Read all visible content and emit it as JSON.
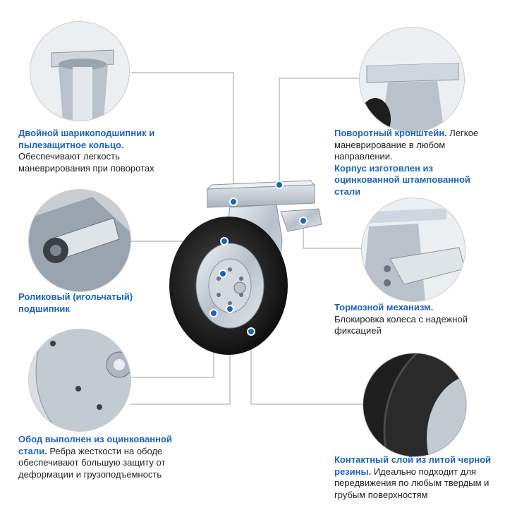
{
  "colors": {
    "accent": "#1b63b8",
    "line": "#9aa0a6",
    "dot": "#1b63b8"
  },
  "callouts": {
    "bearing": {
      "title": "Двойной шарикоподшипник и пылезащитное кольцо.",
      "text": "Обеспечивают легкость маневрирования при поворотах"
    },
    "bracket": {
      "title": "Поворотный кронштейн.",
      "text": "Легкое маневрирование в любом направлении.",
      "title2": "Корпус изготовлен из оцинкованной штампованной стали"
    },
    "roller": {
      "title": "Роликовый (игольчатый) подшипник"
    },
    "brake": {
      "title": "Тормозной механизм.",
      "text": "Блокировка колеса с надежной фиксацией"
    },
    "rim": {
      "title": "Обод выполнен из оцинкованной стали.",
      "text": "Ребра жесткости на ободе обеспечивают большую защиту от деформации и грузоподъемность"
    },
    "tread": {
      "title": "Контактный слой из литой черной резины.",
      "text": "Идеально подходит для передвижения по любым твердым и грубым поверхностям"
    }
  }
}
